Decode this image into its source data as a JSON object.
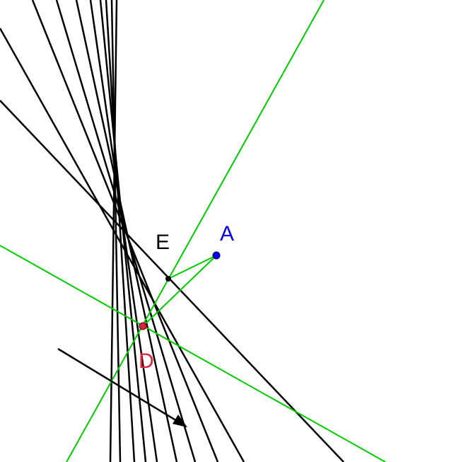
{
  "points": {
    "A": {
      "label": "A",
      "color": "#0000ee",
      "label_color": "#0000ee"
    },
    "D": {
      "label": "D",
      "color": "#e0203c",
      "label_color": "#e0203c"
    },
    "E": {
      "label": "E",
      "color": "#000000",
      "label_color": "#000000"
    }
  },
  "colors": {
    "envelope_lines": "#000000",
    "construction_lines": "#00cc00",
    "vector": "#000000",
    "background": "#ffffff"
  },
  "icons": {
    "vector_arrow": "arrow-head"
  }
}
